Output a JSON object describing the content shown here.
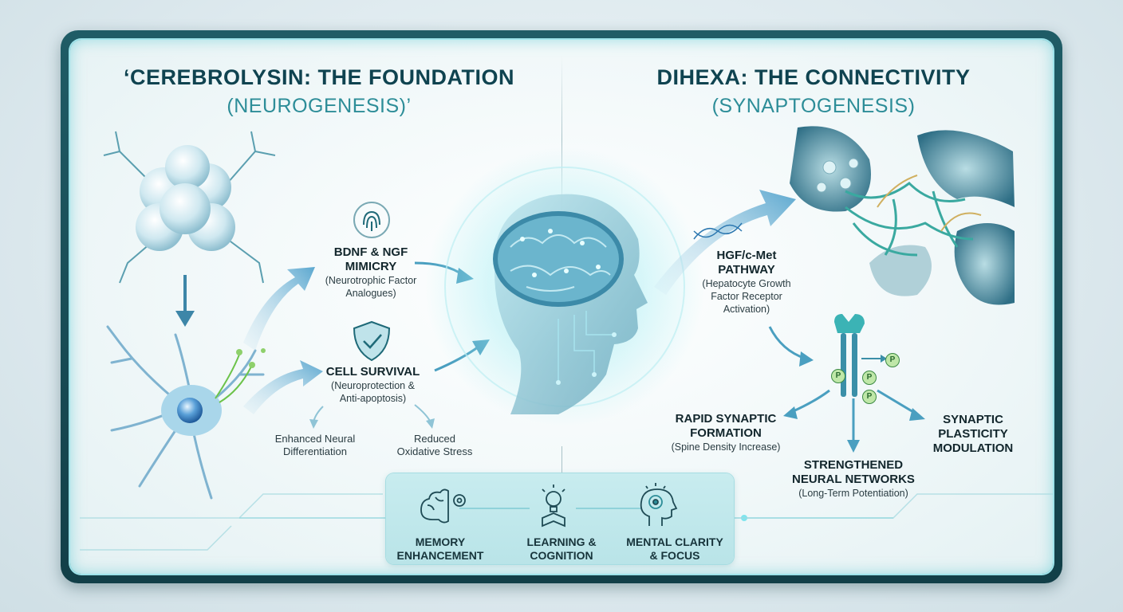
{
  "left_title": {
    "line1": "‘CEREBROLYSIN: THE FOUNDATION",
    "line2": "(NEUROGENESIS)’"
  },
  "right_title": {
    "line1": "DIHEXA: THE CONNECTIVITY",
    "line2": "(SYNAPTOGENESIS)"
  },
  "left_nodes": {
    "bdnf": {
      "title1": "BDNF & NGF",
      "title2": "MIMICRY",
      "sub1": "(Neurotrophic Factor",
      "sub2": "Analogues)"
    },
    "survival": {
      "title1": "CELL SURVIVAL",
      "sub1": "(Neuroprotection &",
      "sub2": "Anti-apoptosis)"
    },
    "differentiation": {
      "line1": "Enhanced Neural",
      "line2": "Differentiation"
    },
    "oxidative": {
      "line1": "Reduced",
      "line2": "Oxidative Stress"
    }
  },
  "right_nodes": {
    "hgf": {
      "title1": "HGF/c-Met",
      "title2": "PATHWAY",
      "sub1": "(Hepatocyte Growth",
      "sub2": "Factor Receptor",
      "sub3": "Activation)"
    },
    "rapid": {
      "title1": "RAPID SYNAPTIC",
      "title2": "FORMATION",
      "sub1": "(Spine Density Increase)"
    },
    "networks": {
      "title1": "STRENGTHENED",
      "title2": "NEURAL NETWORKS",
      "sub1": "(Long-Term Potentiation)"
    },
    "plasticity": {
      "title1": "SYNAPTIC",
      "title2": "PLASTICITY",
      "title3": "MODULATION"
    },
    "phospho_label": "P"
  },
  "benefits": [
    {
      "line1": "MEMORY",
      "line2": "ENHANCEMENT",
      "icon": "brain-gear-icon"
    },
    {
      "line1": "LEARNING &",
      "line2": "COGNITION",
      "icon": "book-lightbulb-icon"
    },
    {
      "line1": "MENTAL CLARITY",
      "line2": "& FOCUS",
      "icon": "head-focus-icon"
    }
  ],
  "colors": {
    "frame": "#1f5c66",
    "title": "#0f4350",
    "accent": "#2d8d98",
    "arrow": "#4a9fc0",
    "glow": "#8fe3ea"
  }
}
